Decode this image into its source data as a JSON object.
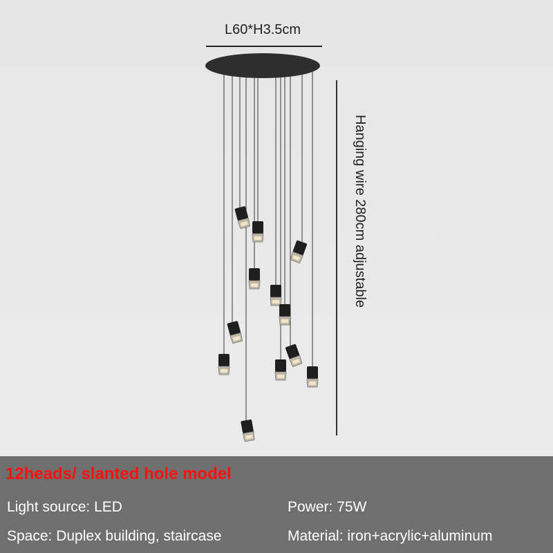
{
  "dimensions": {
    "canopy": "L60*H3.5cm",
    "hanging_wire": "Hanging wire 280cm adjustable"
  },
  "info": {
    "model": "12heads/ slanted hole model",
    "light_source": "Light source: LED",
    "power": "Power: 75W",
    "space": "Space: Duplex building, staircase",
    "material": "Material:  iron+acrylic+aluminum"
  },
  "colors": {
    "model_text": "#ff1010",
    "panel": "#6f6f6f",
    "background": "#e8e8e8"
  }
}
